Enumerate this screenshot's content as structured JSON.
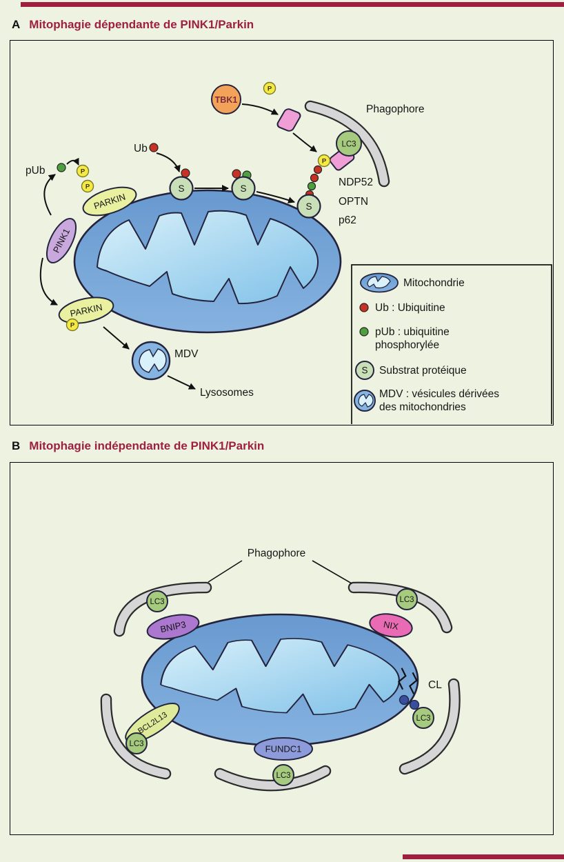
{
  "colors": {
    "background": "#edf2e1",
    "accent_maroon": "#9e1f3f",
    "outline_dark": "#23233c",
    "mito_outer_top": "#6899cf",
    "mito_outer_bottom": "#85b2e0",
    "mito_inner_light": "#d9f1fa",
    "mito_inner_blue": "#7fc0e8",
    "ub_red": "#c63326",
    "pub_green": "#4f9e3f",
    "p_yellow": "#f6e945",
    "lc3_green": "#a6ca7e",
    "s_green": "#c8dfb8",
    "pink1_purple": "#c9a8dd",
    "parkin_yellow": "#e9f0a0",
    "tbk1_orange": "#f2a259",
    "ribbon_pink": "#ef9ed6",
    "phagophore_gray": "#d6d6d6",
    "bnip3_purple": "#ab77cf",
    "nix_pink": "#e96bb4",
    "bcl2l13_green": "#dfeb9a",
    "fundc1_blue": "#8d9bdb",
    "cl_navy": "#3a4e9e",
    "mdv_blue": "#85b4e2"
  },
  "panel_a": {
    "letter": "A",
    "title": "Mitophagie dépendante de PINK1/Parkin",
    "labels": {
      "tbk1": "TBK1",
      "p": "P",
      "phagophore": "Phagophore",
      "lc3": "LC3",
      "ndp52": "NDP52",
      "optn": "OPTN",
      "p62": "p62",
      "pub": "pUb",
      "ub": "Ub",
      "parkin": "PARKIN",
      "pink1": "PINK1",
      "s": "S",
      "mdv": "MDV",
      "lysosomes": "Lysosomes"
    },
    "legend": {
      "mitochondrie": "Mitochondrie",
      "ub": "Ub : Ubiquitine",
      "pub_line1": "pUb : ubiquitine",
      "pub_line2": "phosphorylée",
      "s": "S",
      "substrat": "Substrat protéique",
      "mdv_line1": "MDV : vésicules dérivées",
      "mdv_line2": "des mitochondries"
    }
  },
  "panel_b": {
    "letter": "B",
    "title": "Mitophagie indépendante de PINK1/Parkin",
    "labels": {
      "phagophore": "Phagophore",
      "lc3": "LC3",
      "bnip3": "BNIP3",
      "nix": "NIX",
      "bcl2l13": "BCL2L13",
      "fundc1": "FUNDC1",
      "cl": "CL"
    }
  }
}
